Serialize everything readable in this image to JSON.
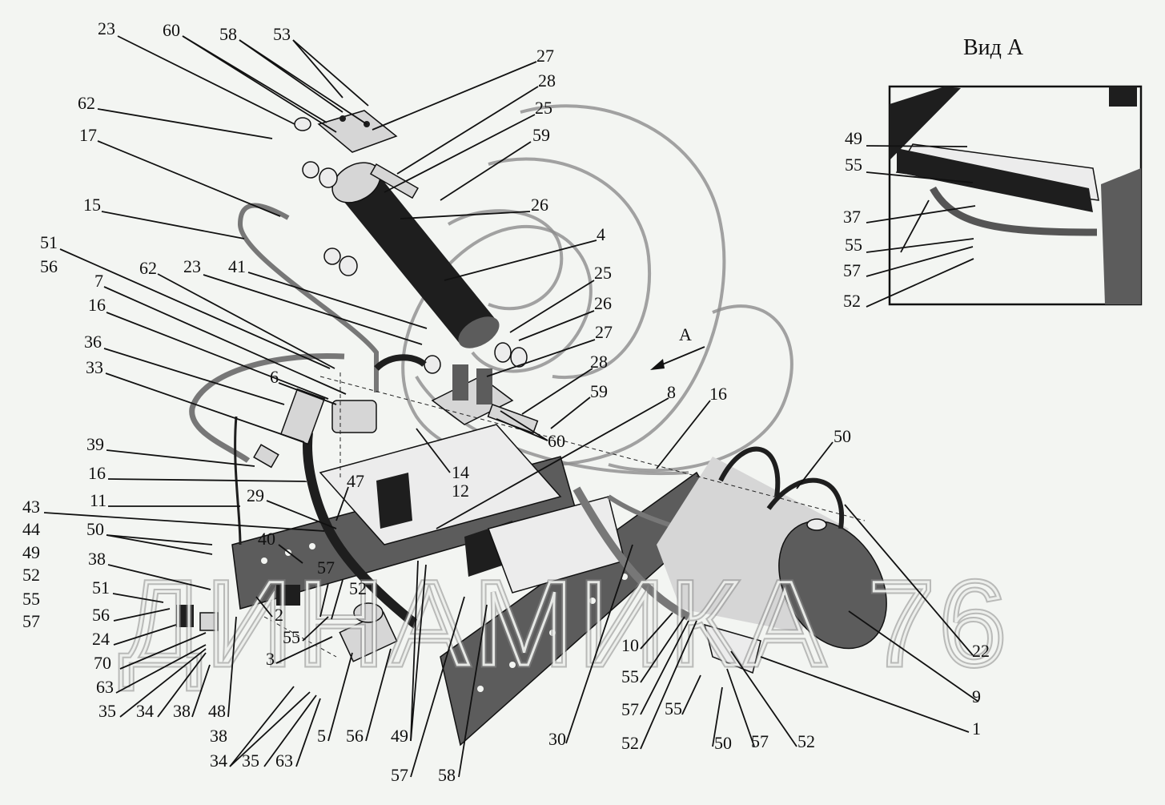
{
  "view_title": "Вид А",
  "view_arrow_label": "A",
  "watermark": "ДИНАМИКА 76",
  "colors": {
    "background": "#f3f5f2",
    "ink": "#111111",
    "dark_part": "#1e1e1e",
    "mid_part": "#5c5c5c",
    "watermark": "#8a8a8a"
  },
  "callouts": {
    "c23a": "23",
    "c60a": "60",
    "c58a": "58",
    "c53": "53",
    "c27a": "27",
    "c28a": "28",
    "c25a": "25",
    "c59a": "59",
    "c62a": "62",
    "c17": "17",
    "c26a": "26",
    "c15": "15",
    "c4": "4",
    "c51a": "51",
    "c56a": "56",
    "c62b": "62",
    "c23b": "23",
    "c41": "41",
    "c25b": "25",
    "c26b": "26",
    "c27b": "27",
    "c28b": "28",
    "c59b": "59",
    "c60b": "60",
    "c7": "7",
    "c16a": "16",
    "c36": "36",
    "c33": "33",
    "c6": "6",
    "c8": "8",
    "c16b": "16",
    "c14": "14",
    "c12": "12",
    "c47": "47",
    "c39": "39",
    "c16c": "16",
    "c11": "11",
    "c29": "29",
    "c43": "43",
    "c44": "44",
    "c49a": "49",
    "c52a": "52",
    "c55a": "55",
    "c57a": "57",
    "c50a": "50",
    "c40": "40",
    "c38a": "38",
    "c51b": "51",
    "c56b": "56",
    "c24": "24",
    "c70": "70",
    "c63a": "63",
    "c35a": "35",
    "c34a": "34",
    "c38b": "38",
    "c48": "48",
    "c2": "2",
    "c57b": "57",
    "c52b": "52",
    "c55b": "55",
    "c3": "3",
    "c38c": "38",
    "c34b": "34",
    "c35b": "35",
    "c63b": "63",
    "c5": "5",
    "c56c": "56",
    "c49b": "49",
    "c57c": "57",
    "c58b": "58",
    "c30": "30",
    "c10": "10",
    "c55c": "55",
    "c57d": "57",
    "c52c": "52",
    "c55d": "55",
    "c50b": "50",
    "c57e": "57",
    "c52d": "52",
    "c50c": "50",
    "c22": "22",
    "c9": "9",
    "c1": "1"
  },
  "inset_callouts": {
    "i49": "49",
    "i55a": "55",
    "i37": "37",
    "i55b": "55",
    "i57": "57",
    "i52": "52"
  }
}
